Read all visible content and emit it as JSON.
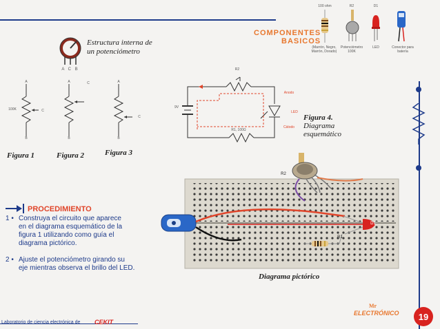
{
  "header": {
    "title_line1": "COMPONENTES",
    "title_line2": "BASICOS",
    "parts": [
      {
        "top": "100 ohm",
        "bottom": "(Marrón, Negro, Marrón, Dorado)"
      },
      {
        "top": "R2",
        "bottom": "Potenciómetro 100K"
      },
      {
        "top": "D1",
        "bottom": "LED"
      },
      {
        "top": "",
        "bottom": "Conector para batería"
      }
    ]
  },
  "pot_diagram": {
    "caption_line1": "Estructura interna de",
    "caption_line2": "un potenciómetro",
    "pins": "A C B"
  },
  "figures": [
    {
      "label": "Figura 1",
      "top": "A",
      "side": "C",
      "bottom": "B",
      "value": "100K"
    },
    {
      "label": "Figura 2",
      "top": "A",
      "side": "C",
      "bottom": "B",
      "value": ""
    },
    {
      "label": "Figura 3",
      "top": "A",
      "side": "C",
      "bottom": "B",
      "value": ""
    }
  ],
  "schematic": {
    "r2": "R2",
    "r1": "R1, 100Ω",
    "battery": "9V",
    "anode": "Anodo",
    "led": "LED",
    "cathode": "Cátodo",
    "caption_line1": "Figura 4.",
    "caption_line2": "Diagrama",
    "caption_line3": "esquemático"
  },
  "procedure": {
    "title": "PROCEDIMIENTO",
    "step1_num": "1 •",
    "step1_lines": [
      "Construya el circuito que aparece",
      "en el diagrama esquemático de la",
      "figura 1 utilizando como guía el",
      "diagrama pictórico."
    ],
    "step2_num": "2 •",
    "step2_lines": [
      "Ajuste el potenciómetro girando su",
      "eje mientras observa el brillo del LED."
    ]
  },
  "pictorial": {
    "caption": "Diagrama pictórico",
    "r2": "R2",
    "d1": "D1",
    "r1": "R1"
  },
  "footer": {
    "left_text": "Laboratorio de ciencia electrónica de",
    "brand": "CEKIT",
    "logo_small": "Mr",
    "logo_big": "ELECTRÓNICO",
    "page_number": "19"
  },
  "colors": {
    "accent_orange": "#e8772e",
    "blue": "#1d3a8a",
    "board": "#ddd9cf"
  }
}
